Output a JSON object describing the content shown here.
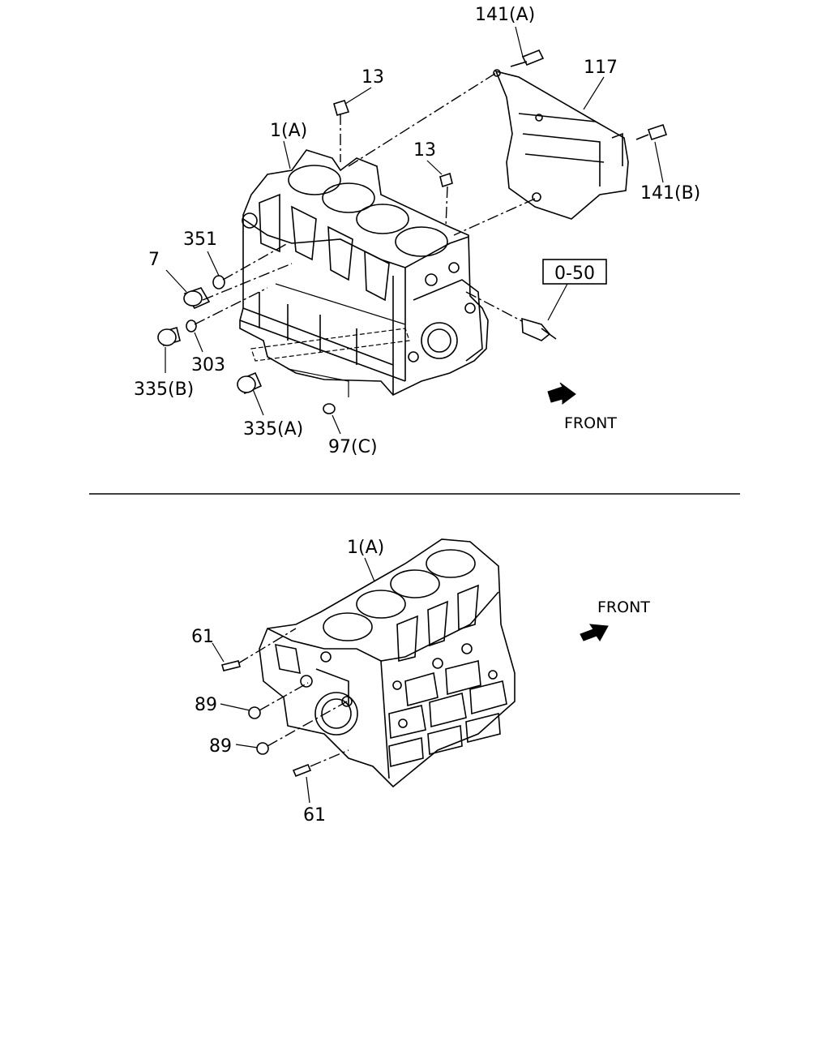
{
  "upper_view": {
    "callouts": {
      "c141a": "141(A)",
      "c117": "117",
      "c13_left": "13",
      "c13_right": "13",
      "c1a": "1(A)",
      "c141b": "141(B)",
      "c351": "351",
      "c7": "7",
      "c303": "303",
      "c335b": "335(B)",
      "c335a": "335(A)",
      "c97c": "97(C)"
    },
    "reference_box": "0-50",
    "front_label": "FRONT"
  },
  "lower_view": {
    "callouts": {
      "c1a": "1(A)",
      "c61_top": "61",
      "c89_top": "89",
      "c89_bottom": "89",
      "c61_bottom": "61"
    },
    "front_label": "FRONT"
  },
  "icons": {
    "front_arrow": "front-arrow-icon"
  }
}
